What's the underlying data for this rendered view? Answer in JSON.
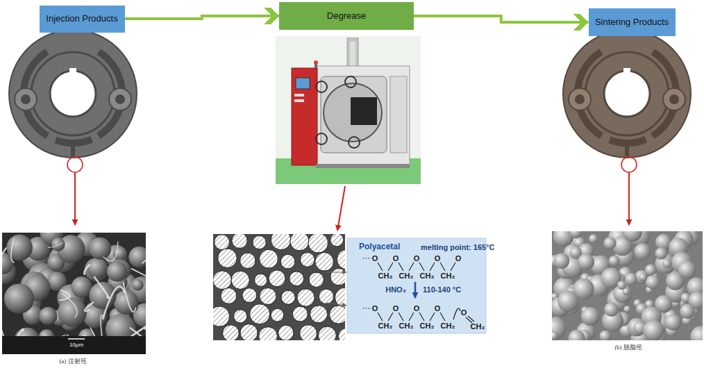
{
  "diagram": {
    "nodes": [
      {
        "text": [
          "Injection Products"
        ]
      },
      {
        "text": [
          "Degrease"
        ]
      },
      {
        "text": [
          "Sintering Products"
        ]
      }
    ],
    "edges": [
      {
        "from": 0,
        "to": 1,
        "arrow": "to"
      },
      {
        "from": 1,
        "to": 2,
        "arrow": "to"
      }
    ],
    "labels": [
      "(a) 注射坯",
      "(b) 脱脂坯",
      "10μm",
      "Polyacetal",
      "melting point: 165°C",
      "O",
      "O",
      "O",
      "O",
      "O",
      "CH₂",
      "CH₂",
      "CH₂",
      "CH₂",
      "HNO₃",
      "110-140 °C",
      "O",
      "O",
      "O",
      "O",
      "CH₂",
      "CH₂",
      "CH₂",
      "CH₂",
      "O",
      "CH₂"
    ]
  }
}
